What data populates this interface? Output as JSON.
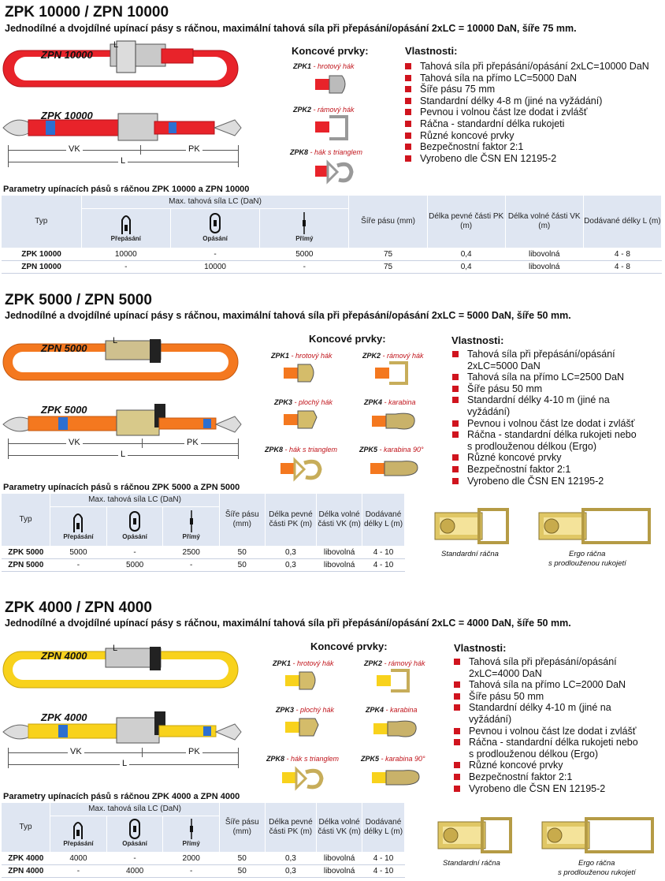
{
  "sections": [
    {
      "title": "ZPK 10000 / ZPN 10000",
      "subtitle": "Jednodílné a dvojdílné upínací pásy s ráčnou, maximální tahová síla při přepásání/opásání 2xLC = 10000 DaN, šíře 75 mm.",
      "strap_color": "#e8232a",
      "strap_labels": {
        "zpn": "ZPN 10000",
        "zpk": "ZPK 10000",
        "l_top": "L",
        "vk": "VK",
        "pk": "PK",
        "l": "L"
      },
      "parts_title": "Koncové prvky:",
      "parts": [
        {
          "code": "ZPK1",
          "name": " - hrotový hák"
        },
        {
          "code": "ZPK2",
          "name": " - rámový hák"
        },
        {
          "code": "ZPK8",
          "name": " - hák s trianglem"
        }
      ],
      "props_title": "Vlastnosti:",
      "props": [
        "Tahová síla při přepásání/opásání 2xLC=10000 DaN",
        "Tahová síla na přímo LC=5000 DaN",
        "Šíře pásu 75 mm",
        "Standardní délky 4-8 m (jiné na vyžádání)",
        "Pevnou i volnou část lze dodat i zvlášť",
        "Ráčna - standardní délka rukojeti",
        "Různé koncové prvky",
        "Bezpečnostní faktor 2:1",
        "Vyrobeno dle ČSN EN 12195-2"
      ],
      "table_title": "Parametry upínacích pásů s ráčnou ZPK 10000 a ZPN 10000",
      "table": {
        "typ": "Typ",
        "max_lc": "Max. tahová síla LC (DaN)",
        "prepasani": "Přepásání",
        "opasani": "Opásání",
        "primy": "Přímý",
        "sire": "Šíře pásu (mm)",
        "pk": "Délka pevné části PK (m)",
        "vk": "Délka volné části VK (m)",
        "dodavane": "Dodávané délky L (m)",
        "rows": [
          [
            "ZPK 10000",
            "10000",
            "-",
            "5000",
            "75",
            "0,4",
            "libovolná",
            "4 - 8"
          ],
          [
            "ZPN 10000",
            "-",
            "10000",
            "-",
            "75",
            "0,4",
            "libovolná",
            "4 - 8"
          ]
        ]
      }
    },
    {
      "title": "ZPK 5000 / ZPN 5000",
      "subtitle": "Jednodílné a dvojdílné upínací pásy s ráčnou, maximální tahová síla při přepásání/opásání 2xLC = 5000 DaN, šíře 50 mm.",
      "strap_color": "#f4781f",
      "strap_labels": {
        "zpn": "ZPN 5000",
        "zpk": "ZPK 5000",
        "l_top": "L",
        "vk": "VK",
        "pk": "PK",
        "l": "L"
      },
      "parts_title": "Koncové prvky:",
      "parts": [
        {
          "code": "ZPK1",
          "name": " - hrotový hák"
        },
        {
          "code": "ZPK2",
          "name": " - rámový hák"
        },
        {
          "code": "ZPK3",
          "name": " - plochý hák"
        },
        {
          "code": "ZPK4",
          "name": " - karabina"
        },
        {
          "code": "ZPK8",
          "name": " - hák s trianglem"
        },
        {
          "code": "ZPK5",
          "name": " - karabina 90°"
        }
      ],
      "props_title": "Vlastnosti:",
      "props": [
        "Tahová síla při přepásání/opásání 2xLC=5000 DaN",
        "Tahová síla na přímo LC=2500 DaN",
        "Šíře pásu 50 mm",
        "Standardní délky 4-10 m (jiné na vyžádání)",
        "Pevnou i volnou část lze dodat i zvlášť",
        "Ráčna - standardní délka rukojeti nebo s prodlouženou délkou (Ergo)",
        "Různé koncové prvky",
        "Bezpečnostní faktor 2:1",
        "Vyrobeno dle ČSN EN 12195-2"
      ],
      "ratchets": {
        "std": "Standardní ráčna",
        "ergo_1": "Ergo ráčna",
        "ergo_2": "s prodlouženou rukojetí"
      },
      "table_title": "Parametry upínacích pásů s ráčnou ZPK 5000 a ZPN 5000",
      "table": {
        "typ": "Typ",
        "max_lc": "Max. tahová síla LC (DaN)",
        "prepasani": "Přepásání",
        "opasani": "Opásání",
        "primy": "Přímý",
        "sire": "Šíře pásu (mm)",
        "pk": "Délka pevné části PK (m)",
        "vk": "Délka volné části VK (m)",
        "dodavane": "Dodávané délky L (m)",
        "rows": [
          [
            "ZPK 5000",
            "5000",
            "-",
            "2500",
            "50",
            "0,3",
            "libovolná",
            "4 - 10"
          ],
          [
            "ZPN 5000",
            "-",
            "5000",
            "-",
            "50",
            "0,3",
            "libovolná",
            "4 - 10"
          ]
        ]
      }
    },
    {
      "title": "ZPK 4000 / ZPN 4000",
      "subtitle": "Jednodílné a dvojdílné upínací pásy s ráčnou, maximální tahová síla při přepásání/opásání 2xLC = 4000 DaN, šíře 50 mm.",
      "strap_color": "#f8d21c",
      "strap_labels": {
        "zpn": "ZPN 4000",
        "zpk": "ZPK 4000",
        "l_top": "L",
        "vk": "VK",
        "pk": "PK",
        "l": "L"
      },
      "parts_title": "Koncové prvky:",
      "parts": [
        {
          "code": "ZPK1",
          "name": " - hrotový hák"
        },
        {
          "code": "ZPK2",
          "name": " - rámový hák"
        },
        {
          "code": "ZPK3",
          "name": " - plochý hák"
        },
        {
          "code": "ZPK4",
          "name": " - karabina"
        },
        {
          "code": "ZPK8",
          "name": " - hák s trianglem"
        },
        {
          "code": "ZPK5",
          "name": " - karabina 90°"
        }
      ],
      "props_title": "Vlastnosti:",
      "props": [
        "Tahová síla při přepásání/opásání 2xLC=4000 DaN",
        "Tahová síla na přímo LC=2000 DaN",
        "Šíře pásu 50 mm",
        "Standardní délky 4-10 m (jiné na vyžádání)",
        "Pevnou i volnou část lze dodat i zvlášť",
        "Ráčna - standardní délka rukojeti nebo s prodlouženou délkou (Ergo)",
        "Různé koncové prvky",
        "Bezpečnostní faktor 2:1",
        "Vyrobeno dle ČSN EN 12195-2"
      ],
      "ratchets": {
        "std": "Standardní ráčna",
        "ergo_1": "Ergo ráčna",
        "ergo_2": "s prodlouženou rukojetí"
      },
      "table_title": "Parametry upínacích pásů s ráčnou ZPK 4000 a ZPN 4000",
      "table": {
        "typ": "Typ",
        "max_lc": "Max. tahová síla LC (DaN)",
        "prepasani": "Přepásání",
        "opasani": "Opásání",
        "primy": "Přímý",
        "sire": "Šíře pásu (mm)",
        "pk": "Délka pevné části PK (m)",
        "vk": "Délka volné části VK (m)",
        "dodavane": "Dodávané délky L (m)",
        "rows": [
          [
            "ZPK 4000",
            "4000",
            "-",
            "2000",
            "50",
            "0,3",
            "libovolná",
            "4 - 10"
          ],
          [
            "ZPN 4000",
            "-",
            "4000",
            "-",
            "50",
            "0,3",
            "libovolná",
            "4 - 10"
          ]
        ]
      }
    }
  ]
}
